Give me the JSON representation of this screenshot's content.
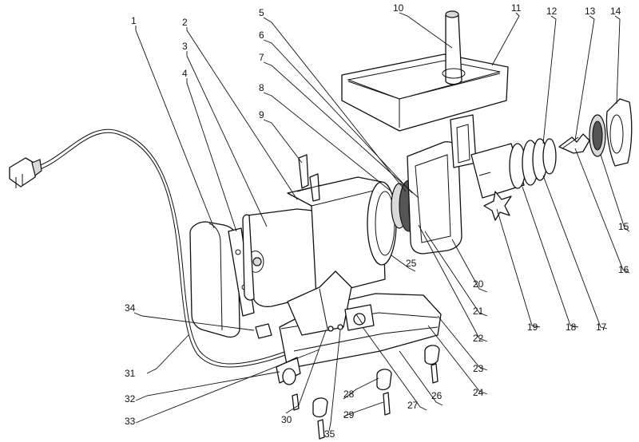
{
  "diagram": {
    "callouts": [
      {
        "id": "1",
        "text": "1"
      },
      {
        "id": "2",
        "text": "2"
      },
      {
        "id": "3",
        "text": "3"
      },
      {
        "id": "4",
        "text": "4"
      },
      {
        "id": "5",
        "text": "5"
      },
      {
        "id": "6",
        "text": "6"
      },
      {
        "id": "7",
        "text": "7"
      },
      {
        "id": "8",
        "text": "8"
      },
      {
        "id": "9",
        "text": "9"
      },
      {
        "id": "10",
        "text": "10"
      },
      {
        "id": "11",
        "text": "11"
      },
      {
        "id": "12",
        "text": "12"
      },
      {
        "id": "13",
        "text": "13"
      },
      {
        "id": "14",
        "text": "14"
      },
      {
        "id": "15",
        "text": "15"
      },
      {
        "id": "16",
        "text": "16"
      },
      {
        "id": "17",
        "text": "17"
      },
      {
        "id": "18",
        "text": "18"
      },
      {
        "id": "19",
        "text": "19"
      },
      {
        "id": "20",
        "text": "20"
      },
      {
        "id": "21",
        "text": "21"
      },
      {
        "id": "22",
        "text": "22"
      },
      {
        "id": "23",
        "text": "23"
      },
      {
        "id": "24",
        "text": "24"
      },
      {
        "id": "25",
        "text": "25"
      },
      {
        "id": "26",
        "text": "26"
      },
      {
        "id": "27",
        "text": "27"
      },
      {
        "id": "28",
        "text": "28"
      },
      {
        "id": "29",
        "text": "29"
      },
      {
        "id": "30",
        "text": "30"
      },
      {
        "id": "31",
        "text": "31"
      },
      {
        "id": "32",
        "text": "32"
      },
      {
        "id": "33",
        "text": "33"
      },
      {
        "id": "34",
        "text": "34"
      },
      {
        "id": "35",
        "text": "35"
      }
    ]
  }
}
